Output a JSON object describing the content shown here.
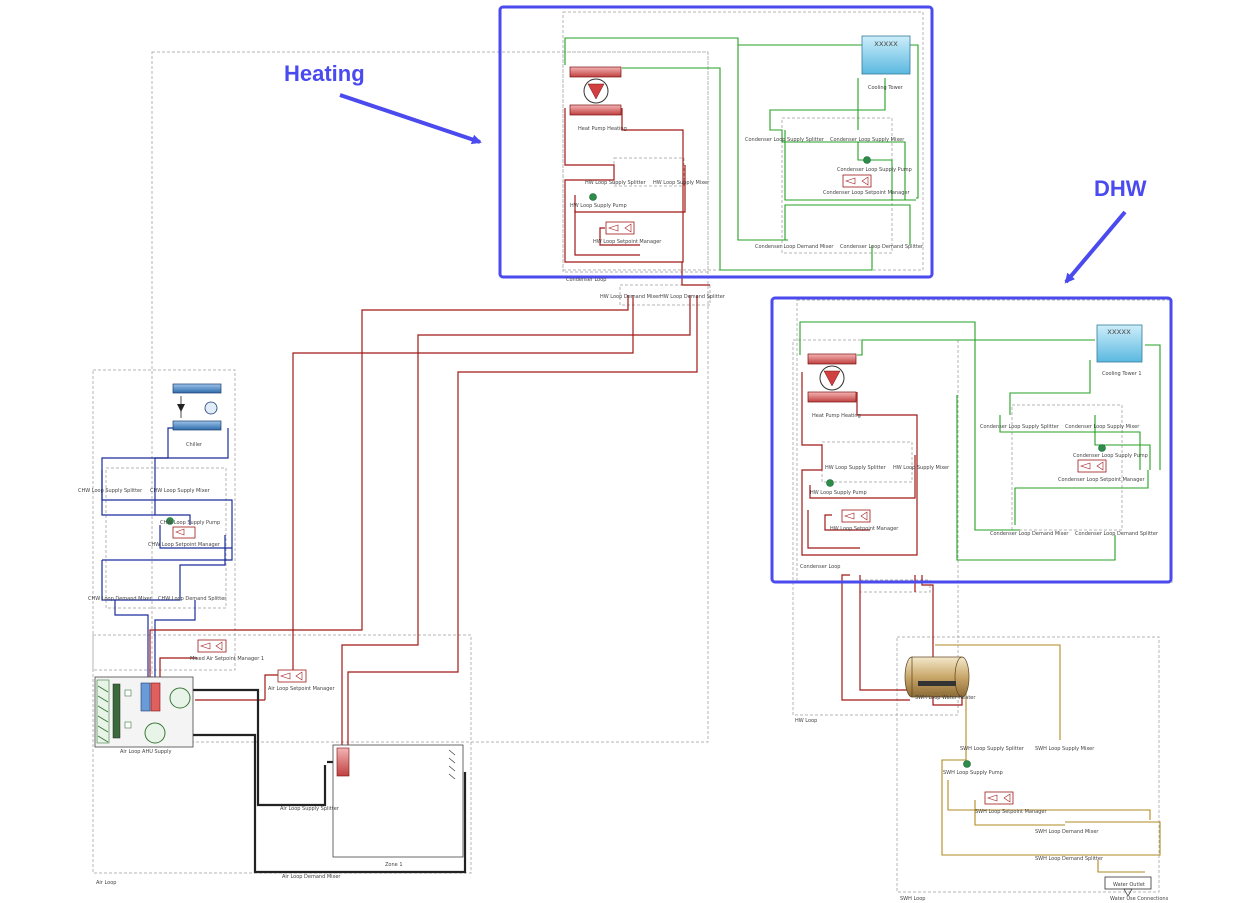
{
  "callouts": {
    "heating": "Heating",
    "dhw": "DHW"
  },
  "colors": {
    "highlight": "#4a4aee",
    "hot_water": "#a01818",
    "chilled_water": "#1c2c9c",
    "condenser_water": "#23a023",
    "air": "#222222",
    "dhw_supply": "#b08a20",
    "boundary": "#b4b4b4"
  },
  "heating_loop": {
    "heat_pump": "Heat Pump Heating",
    "cooling_tower": "Cooling Tower",
    "supply_splitter": "HW Loop Supply Splitter",
    "supply_mixer": "HW Loop Supply Mixer",
    "supply_pump": "HW Loop Supply Pump",
    "setpoint_manager": "HW Loop Setpoint Manager",
    "cnd_supply_splitter": "Condenser Loop Supply Splitter",
    "cnd_supply_mixer": "Condenser Loop Supply Mixer",
    "cnd_supply_pump": "Condenser Loop Supply Pump",
    "cnd_setpoint_manager": "Condenser Loop Setpoint Manager",
    "cnd_demand_mixer": "Condenser Loop Demand Mixer",
    "cnd_demand_splitter": "Condenser Loop Demand Splitter",
    "loop_name": "Condenser Loop",
    "demand_mixer": "HW Loop Demand Mixer",
    "demand_splitter": "HW Loop Demand Splitter"
  },
  "chw_loop": {
    "chiller": "Chiller",
    "supply_splitter": "CHW Loop Supply Splitter",
    "supply_mixer": "CHW Loop Supply Mixer",
    "supply_pump": "CHW Loop Supply Pump",
    "setpoint_manager": "CHW Loop Setpoint Manager",
    "demand_mixer": "CHW Loop Demand Mixer",
    "demand_splitter": "CHW Loop Demand Splitter"
  },
  "air_loop": {
    "mixed_air_sp": "Mixed Air Setpoint Manager 1",
    "supply_sp": "Air Loop Setpoint Manager",
    "ahu": "Air Loop AHU Supply",
    "supply_splitter": "Air Loop Supply Splitter",
    "zone": "Zone 1",
    "demand_mixer": "Air Loop Demand Mixer",
    "loop_name": "Air Loop"
  },
  "dhw_hp_loop": {
    "heat_pump": "Heat Pump Heating",
    "cooling_tower": "Cooling Tower 1",
    "supply_splitter": "HW Loop Supply Splitter",
    "supply_mixer": "HW Loop Supply Mixer",
    "supply_pump": "HW Loop Supply Pump",
    "setpoint_manager": "HW Loop Setpoint Manager",
    "cnd_supply_splitter": "Condenser Loop Supply Splitter",
    "cnd_supply_mixer": "Condenser Loop Supply Mixer",
    "cnd_supply_pump": "Condenser Loop Supply Pump",
    "cnd_setpoint_manager": "Condenser Loop Setpoint Manager",
    "cnd_demand_mixer": "Condenser Loop Demand Mixer",
    "cnd_demand_splitter": "Condenser Loop Demand Splitter",
    "loop_name": "Condenser Loop",
    "hw_loop_name": "HW Loop"
  },
  "swh_loop": {
    "water_heater": "SWH Loop Water Heater",
    "supply_splitter": "SWH Loop Supply Splitter",
    "supply_mixer": "SWH Loop Supply Mixer",
    "supply_pump": "SWH Loop Supply Pump",
    "setpoint_manager": "SWH Loop Setpoint Manager",
    "demand_mixer": "SWH Loop Demand Mixer",
    "demand_splitter": "SWH Loop Demand Splitter",
    "water_outlet": "Water Outlet",
    "water_use": "Water Use Connections",
    "loop_name": "SWH Loop"
  }
}
